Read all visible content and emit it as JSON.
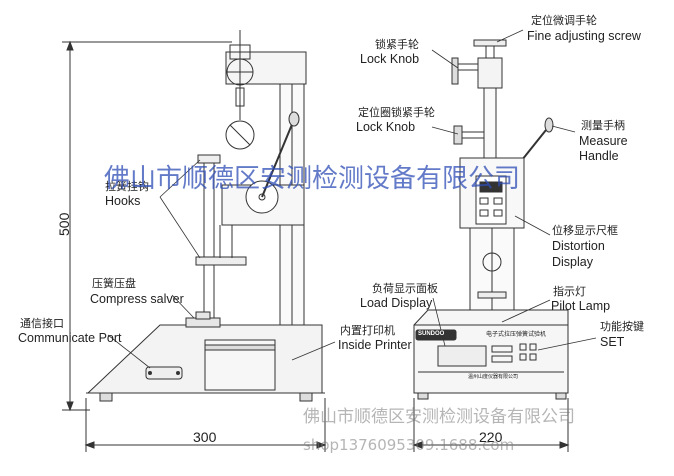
{
  "dimensions": {
    "height": "500",
    "left_width": "300",
    "right_width": "220"
  },
  "labels": {
    "fine_adjusting_cn": "定位微调手轮",
    "fine_adjusting_en": "Fine adjusting screw",
    "lock_knob_cn": "锁紧手轮",
    "lock_knob_en": "Lock Knob",
    "lock_knob2_cn": "定位圈锁紧手轮",
    "lock_knob2_en": "Lock Knob",
    "measure_handle_cn": "测量手柄",
    "measure_handle_en_1": "Measure",
    "measure_handle_en_2": "Handle",
    "hooks_cn": "拉簧挂钩",
    "hooks_en": "Hooks",
    "distortion_cn": "位移显示尺框",
    "distortion_en_1": "Distortion",
    "distortion_en_2": "Display",
    "compress_cn": "压簧压盘",
    "compress_en": "Compress salver",
    "load_display_cn": "负荷显示面板",
    "load_display_en": "Load Display",
    "pilot_lamp_cn": "指示灯",
    "pilot_lamp_en": "Pilot Lamp",
    "comm_port_cn": "通信接口",
    "comm_port_en": "Communicate Port",
    "printer_cn": "内置打印机",
    "printer_en": "Inside Printer",
    "set_cn": "功能按键",
    "set_en": "SET"
  },
  "panel": {
    "brand": "SUNDOO",
    "title": "电子式拉压弹簧试验机",
    "sub": "温州山度仪器有限公司"
  },
  "watermarks": {
    "main": "佛山市顺德区安测检测设备有限公司",
    "bottom": "佛山市顺德区安测检测设备有限公司",
    "url": "shop1376095309.1688.com"
  },
  "colors": {
    "line": "#333333",
    "label_blue": "#1e3c9a",
    "watermark": "#2f4db5"
  }
}
